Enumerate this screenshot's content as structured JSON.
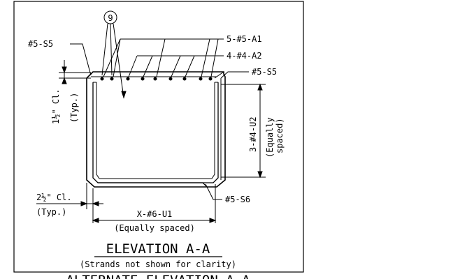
{
  "drawing": {
    "mark_number": "9",
    "callouts": {
      "s5_left": "#5-S5",
      "a1": "5-#5-A1",
      "a2": "4-#4-A2",
      "s5_right": "#5-S5",
      "s6": "#5-S6"
    },
    "dimensions": {
      "top_cover_line1": "1½\" Cl.",
      "top_cover_line2": "(Typ.)",
      "bottom_cover_line1": "2½\" Cl.",
      "bottom_cover_line2": "(Typ.)",
      "u2_count": "3-#4-U2",
      "u2_spacing_line1": "(Equally",
      "u2_spacing_line2": "spaced)",
      "u1_count": "X-#6-U1",
      "u1_spacing": "(Equally spaced)"
    },
    "title": "ELEVATION A-A",
    "subtitle": "(Strands not shown for clarity)",
    "cutoff_caption": "ALTERNATE ELEVATION A-A"
  }
}
